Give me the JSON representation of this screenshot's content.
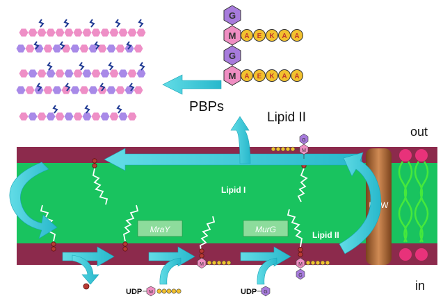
{
  "labels": {
    "pbps": "PBPs",
    "lipid_ii_top": "Lipid II",
    "lipid_i": "Lipid I",
    "lipid_ii_inner": "Lipid II",
    "mray": "MraY",
    "murg": "MurG",
    "ftsw": "FtsW",
    "out": "out",
    "in": "in",
    "udp_murnac": "UDP",
    "udp_glcnac": "UDP"
  },
  "sugars": {
    "glcnac": "G",
    "murnac": "M"
  },
  "peptide": [
    "A",
    "E",
    "K",
    "A",
    "A"
  ],
  "colors": {
    "membrane": "#8c2a4c",
    "cytoplasm_band": "#18c060",
    "arrow": "#3fd0dc",
    "ftsw": "#a6612f",
    "glcnac": "#a77bdc",
    "murnac": "#ef8ec2",
    "peptide": "#f2c12e"
  }
}
